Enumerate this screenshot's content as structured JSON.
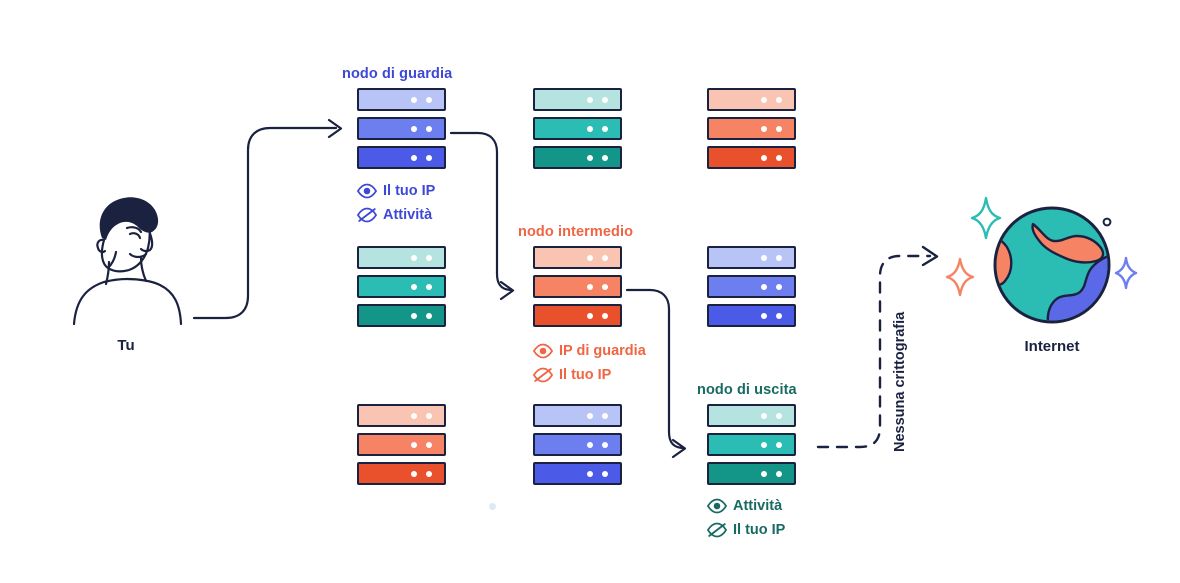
{
  "diagram": {
    "title": "Onion routing diagram",
    "start_label": "Tu",
    "end_label": "Internet",
    "no_encryption_label": "Nessuna crittografia"
  },
  "colors": {
    "ink": "#1b2240",
    "blue_light": "#b9c4f6",
    "blue_mid": "#6d7eee",
    "blue_dark": "#4c5ae8",
    "blue_text": "#3d49d6",
    "teal_light": "#b4e3e0",
    "teal_mid": "#2bbcb4",
    "teal_dark": "#139688",
    "teal_text": "#176b62",
    "orange_light": "#f9c4b2",
    "orange_mid": "#f58364",
    "orange_dark": "#e9512d",
    "orange_text": "#f06543",
    "sparkle_teal": "#2bbcb4",
    "sparkle_orange": "#f58364",
    "sparkle_blue": "#6d7eee",
    "globe_ocean": "#2bbcb4",
    "globe_land_orange": "#f58364",
    "globe_land_blue": "#5b68e8"
  },
  "nodes": [
    {
      "id": "guard",
      "label": "nodo di guardia",
      "label_color": "#3d49d6",
      "legend": [
        {
          "icon": "eye-icon",
          "state": "visible",
          "text": "Il tuo IP"
        },
        {
          "icon": "eye-off-icon",
          "state": "hidden",
          "text": "Attività"
        }
      ]
    },
    {
      "id": "middle",
      "label": "nodo intermedio",
      "label_color": "#f06543",
      "legend": [
        {
          "icon": "eye-icon",
          "state": "visible",
          "text": "IP di guardia"
        },
        {
          "icon": "eye-off-icon",
          "state": "hidden",
          "text": "Il tuo IP"
        }
      ]
    },
    {
      "id": "exit",
      "label": "nodo di uscita",
      "label_color": "#176b62",
      "legend": [
        {
          "icon": "eye-icon",
          "state": "visible",
          "text": "Attività"
        },
        {
          "icon": "eye-off-icon",
          "state": "hidden",
          "text": "Il tuo IP"
        }
      ]
    }
  ],
  "racks": [
    {
      "id": "r1c1",
      "family": "blue",
      "active": true
    },
    {
      "id": "r1c2",
      "family": "teal",
      "active": false
    },
    {
      "id": "r1c3",
      "family": "orange",
      "active": false
    },
    {
      "id": "r2c1",
      "family": "teal",
      "active": false
    },
    {
      "id": "r2c2",
      "family": "orange",
      "active": true
    },
    {
      "id": "r2c3",
      "family": "blue",
      "active": false
    },
    {
      "id": "r3c1",
      "family": "orange",
      "active": false
    },
    {
      "id": "r3c2",
      "family": "blue",
      "active": false
    },
    {
      "id": "r3c3",
      "family": "teal",
      "active": true
    }
  ]
}
